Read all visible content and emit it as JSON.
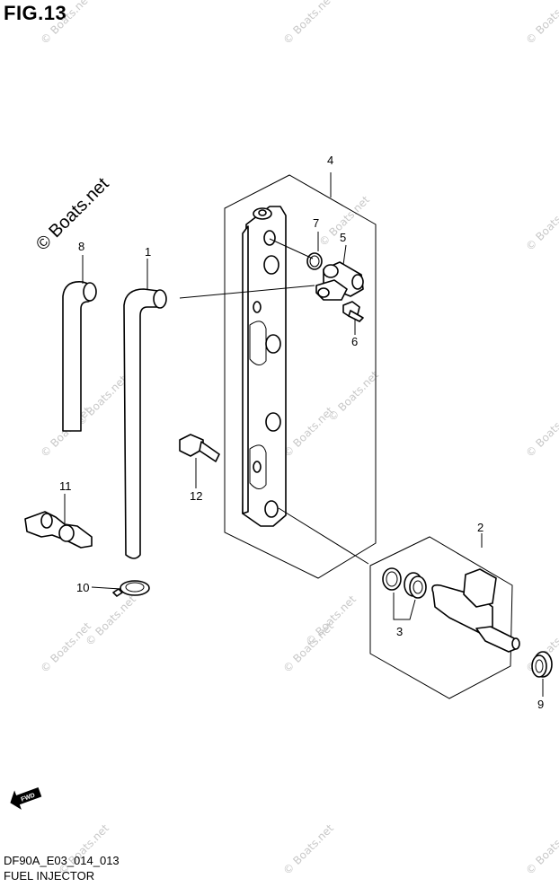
{
  "figure": {
    "title": "FIG.13",
    "drawing_code": "DF90A_E03_014_013",
    "caption": "FUEL INJECTOR"
  },
  "watermark": {
    "main": "© Boats.net",
    "tile": "© Boats.net"
  },
  "arrow_label": "FWD",
  "callouts": [
    {
      "id": "c1",
      "text": "1"
    },
    {
      "id": "c2",
      "text": "2"
    },
    {
      "id": "c3",
      "text": "3"
    },
    {
      "id": "c4",
      "text": "4"
    },
    {
      "id": "c5",
      "text": "5"
    },
    {
      "id": "c6",
      "text": "6"
    },
    {
      "id": "c7",
      "text": "7"
    },
    {
      "id": "c8",
      "text": "8"
    },
    {
      "id": "c9",
      "text": "9"
    },
    {
      "id": "c10",
      "text": "10"
    },
    {
      "id": "c11",
      "text": "11"
    },
    {
      "id": "c12",
      "text": "12"
    }
  ]
}
